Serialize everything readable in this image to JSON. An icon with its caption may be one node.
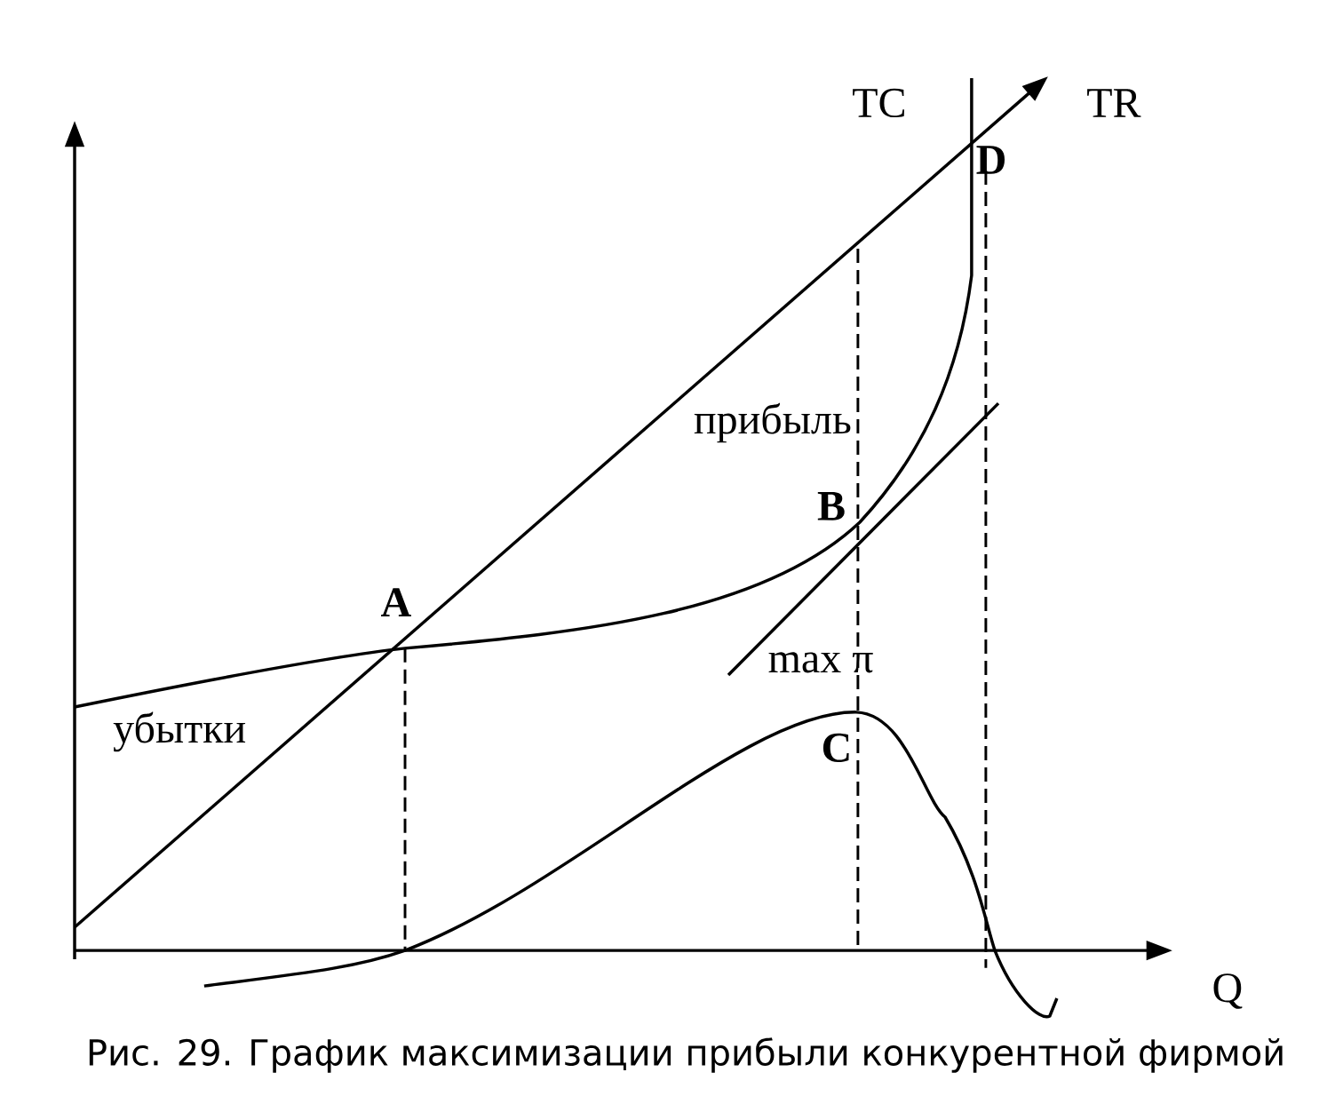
{
  "diagram": {
    "caption": "Рис. 29. График максимизации прибыли конкурентной фирмой",
    "labels": [
      "TC",
      "TR",
      "D",
      "прибыль",
      "B",
      "A",
      "max π",
      "убытки",
      "C",
      "Q"
    ]
  }
}
